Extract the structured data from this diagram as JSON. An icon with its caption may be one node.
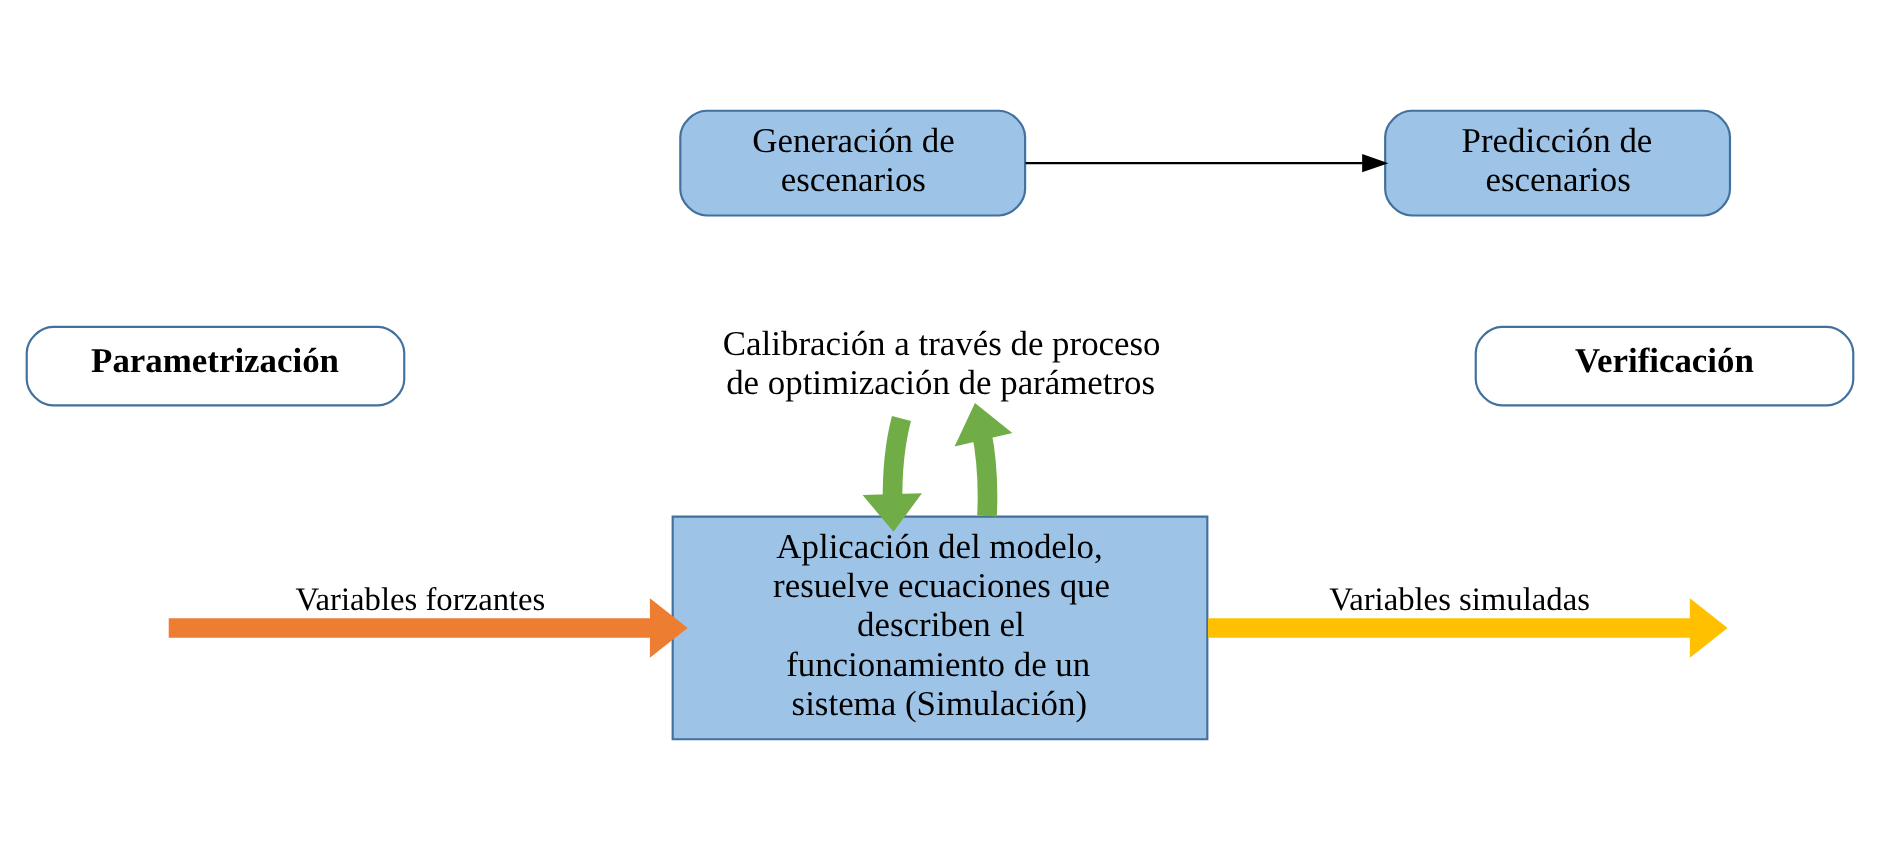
{
  "diagram": {
    "nodes": [
      {
        "text": [
          "Generación de escenarios"
        ]
      },
      {
        "text": [
          "Predicción de escenarios"
        ]
      },
      {
        "text": [
          "Parametrización"
        ]
      },
      {
        "text": [
          "Verificación"
        ]
      },
      {
        "text": [
          "Aplicación del modelo, resuelve ecuaciones que describen el funcionamiento de un sistema (Simulación)"
        ]
      },
      {
        "text": [
          "Calibración a través de proceso de optimización de parámetros"
        ]
      }
    ],
    "edges": [
      {
        "from": 0,
        "to": 1,
        "arrow": "to",
        "color": "#000000"
      },
      {
        "from": 4,
        "to": 5,
        "arrow": "to",
        "color": "#70ad47"
      },
      {
        "from": 5,
        "to": 4,
        "arrow": "to",
        "color": "#70ad47"
      },
      {
        "from": 4,
        "to": null,
        "arrow": "to",
        "label": "Variables simuladas",
        "color": "#ffc000"
      },
      {
        "from": null,
        "to": 4,
        "arrow": "to",
        "label": "Variables forzantes",
        "color": "#ed7d31"
      }
    ]
  }
}
